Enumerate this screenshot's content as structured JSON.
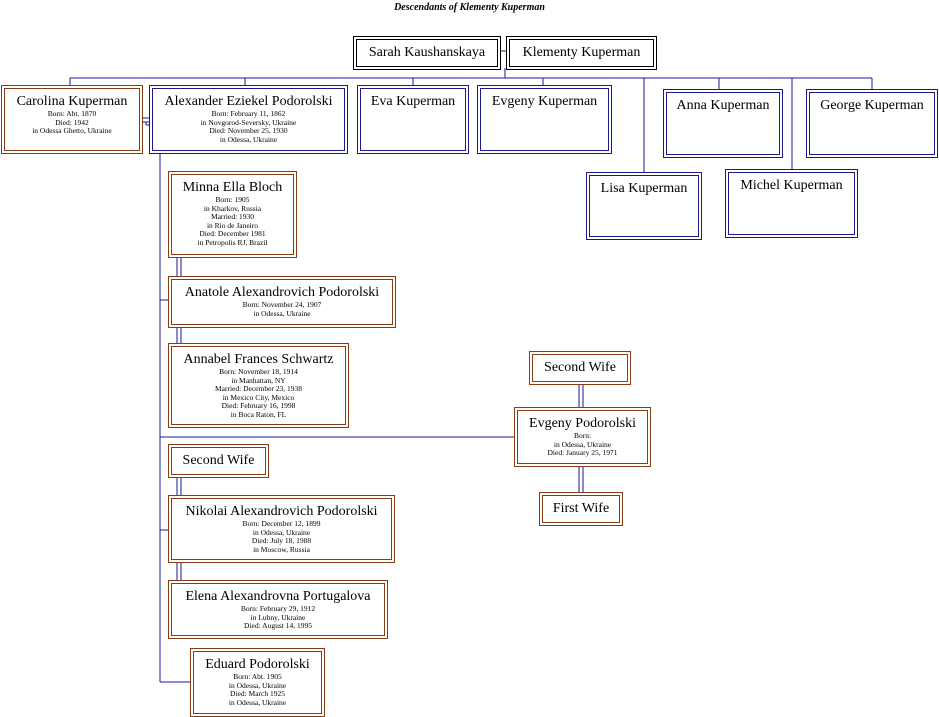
{
  "title": "Descendants of Klementy Kuperman",
  "colors": {
    "male": "#1a1a8c",
    "female": "#8b3a12",
    "root": "#000000",
    "connector": "#1a1a8c"
  },
  "people": {
    "sarah": {
      "name": "Sarah Kaushanskaya",
      "details": []
    },
    "klementy": {
      "name": "Klementy Kuperman",
      "details": []
    },
    "carolina": {
      "name": "Carolina Kuperman",
      "details": [
        "Born: Abt. 1870",
        "Died: 1942",
        "in Odessa Ghetto, Ukraine"
      ]
    },
    "alexander": {
      "name": "Alexander Eziekel Podorolski",
      "details": [
        "Born: February 11, 1862",
        "in Novgorod-Seversky, Ukraine",
        "Died: November 25, 1930",
        "in Odessa, Ukraine"
      ]
    },
    "eva": {
      "name": "Eva Kuperman",
      "details": []
    },
    "evgeny_k": {
      "name": "Evgeny Kuperman",
      "details": []
    },
    "anna": {
      "name": "Anna Kuperman",
      "details": []
    },
    "george": {
      "name": "George Kuperman",
      "details": []
    },
    "lisa": {
      "name": "Lisa Kuperman",
      "details": []
    },
    "michel": {
      "name": "Michel Kuperman",
      "details": []
    },
    "minna": {
      "name": "Minna Ella Bloch",
      "details": [
        "Born: 1905",
        "in Kharkov, Russia",
        "Married: 1930",
        "in Rio de Janeiro",
        "Died: December 1981",
        "in Petropolis RJ, Brazil"
      ]
    },
    "anatole": {
      "name": "Anatole Alexandrovich Podorolski",
      "details": [
        "Born: November 24, 1907",
        "in Odessa, Ukraine"
      ]
    },
    "annabel": {
      "name": "Annabel Frances Schwartz",
      "details": [
        "Born: November 18, 1914",
        "in Manhattan, NY",
        "Married: December 23, 1938",
        "in Mexico City, Mexico",
        "Died: February 16, 1998",
        "in Boca Raton, FL"
      ]
    },
    "second_wife_n": {
      "name": "Second Wife",
      "details": []
    },
    "nikolai": {
      "name": "Nikolai Alexandrovich Podorolski",
      "details": [
        "Born: December 12, 1899",
        "in Odessa, Ukraine",
        "Died: July 18, 1988",
        "in Moscow, Russia"
      ]
    },
    "elena": {
      "name": "Elena Alexandrovna Portugalova",
      "details": [
        "Born: February 29, 1912",
        "in Lubny, Ukraine",
        "Died: August 14, 1995"
      ]
    },
    "eduard": {
      "name": "Eduard Podorolski",
      "details": [
        "Born: Abt. 1905",
        "in Odessa, Ukraine",
        "Died: March 1925",
        "in Odessa, Ukraine"
      ]
    },
    "second_wife_e": {
      "name": "Second Wife",
      "details": []
    },
    "evgeny_p": {
      "name": "Evgeny Podorolski",
      "details": [
        "Born:",
        "in Odessa, Ukraine",
        "Died: January 25, 1971"
      ]
    },
    "first_wife_e": {
      "name": "First Wife",
      "details": []
    }
  }
}
